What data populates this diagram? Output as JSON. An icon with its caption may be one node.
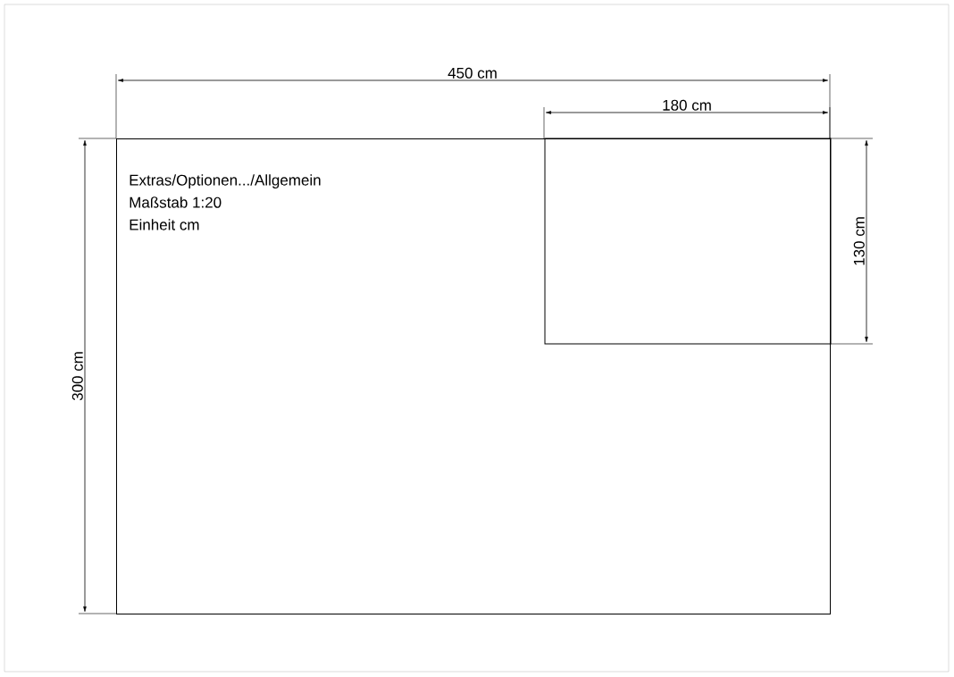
{
  "diagram": {
    "nodes": [
      {
        "text": [
          "Extras/Optionen.../Allgemein",
          "Maßstab 1:20",
          "Einheit cm"
        ]
      },
      {
        "text": [],
        "shape": "box",
        "in": 0
      }
    ],
    "labels": [
      "450 cm",
      "180 cm",
      "300 cm",
      "130 cm"
    ]
  }
}
